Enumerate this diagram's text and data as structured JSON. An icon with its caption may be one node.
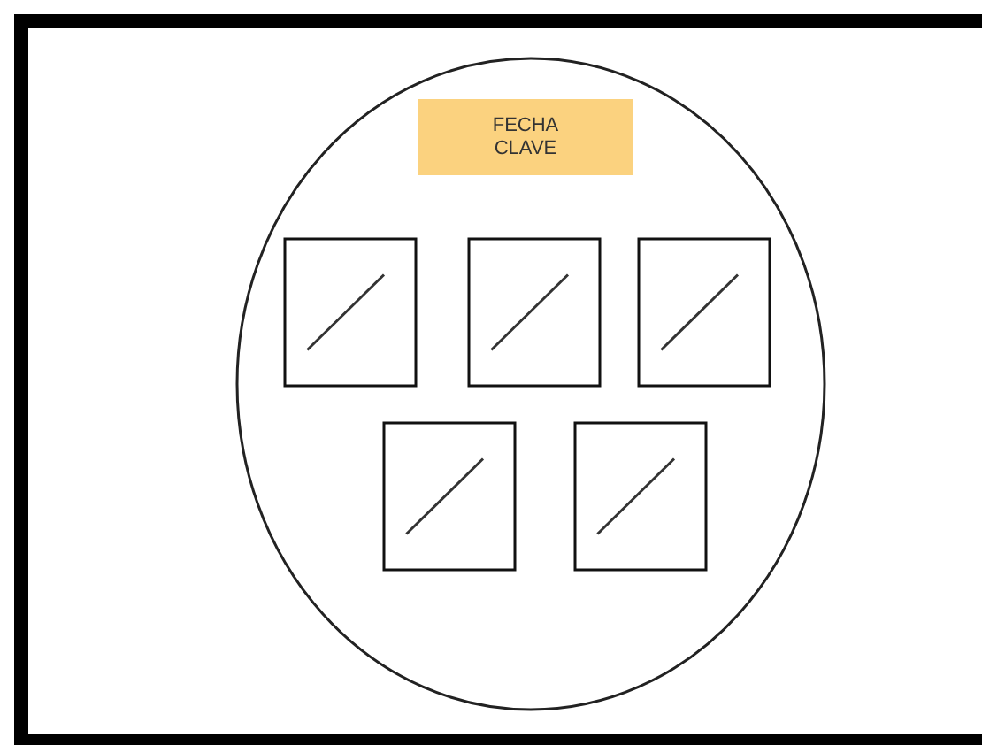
{
  "diagram": {
    "nodes": [
      {
        "text": [],
        "shape": "circle"
      },
      {
        "text": [
          "FECHA CLAVE"
        ],
        "in": 0
      },
      {
        "text": [],
        "shape": "box",
        "in": 0
      },
      {
        "text": [],
        "shape": "box",
        "in": 0
      },
      {
        "text": [],
        "shape": "box",
        "in": 0
      },
      {
        "text": [],
        "shape": "box",
        "in": 0
      },
      {
        "text": [],
        "shape": "box",
        "in": 0
      }
    ]
  }
}
